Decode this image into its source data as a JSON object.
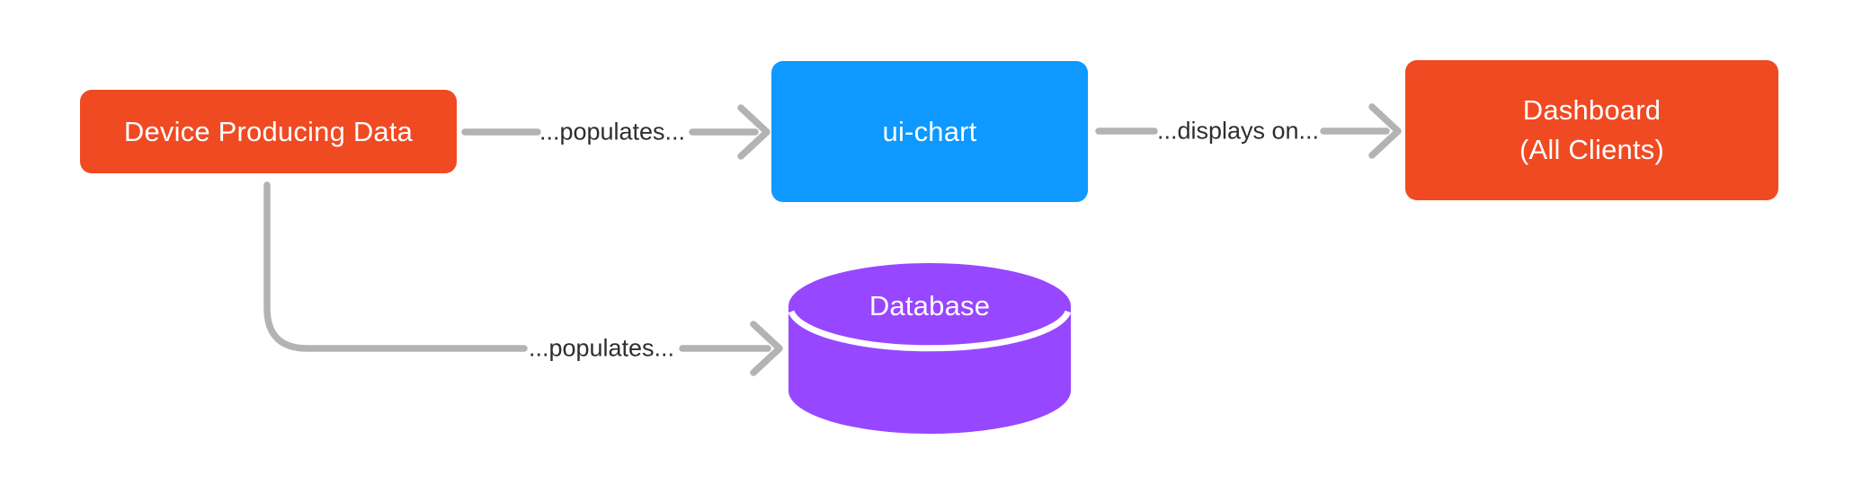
{
  "diagram": {
    "nodes": {
      "device": {
        "label": "Device Producing Data",
        "shape": "rectangle",
        "color": "#F04A23"
      },
      "ui_chart": {
        "label": "ui-chart",
        "shape": "rectangle",
        "color": "#0D99FF"
      },
      "dashboard": {
        "line1": "Dashboard",
        "line2": "(All Clients)",
        "shape": "rectangle",
        "color": "#F04A23"
      },
      "database": {
        "label": "Database",
        "shape": "cylinder",
        "color": "#9747FF"
      }
    },
    "edges": {
      "device_to_uichart": {
        "from": "device",
        "to": "ui_chart",
        "label": "...populates..."
      },
      "uichart_to_dashboard": {
        "from": "ui_chart",
        "to": "dashboard",
        "label": "...displays on..."
      },
      "device_to_database": {
        "from": "device",
        "to": "database",
        "label": "...populates..."
      }
    },
    "colors": {
      "connector_gray": "#B3B3B3",
      "edge_label_text": "#2E2E2E",
      "node_text": "#FFFFFF",
      "background": "#FFFFFF",
      "orange": "#F04A23",
      "blue": "#0D99FF",
      "purple": "#9747FF"
    }
  }
}
